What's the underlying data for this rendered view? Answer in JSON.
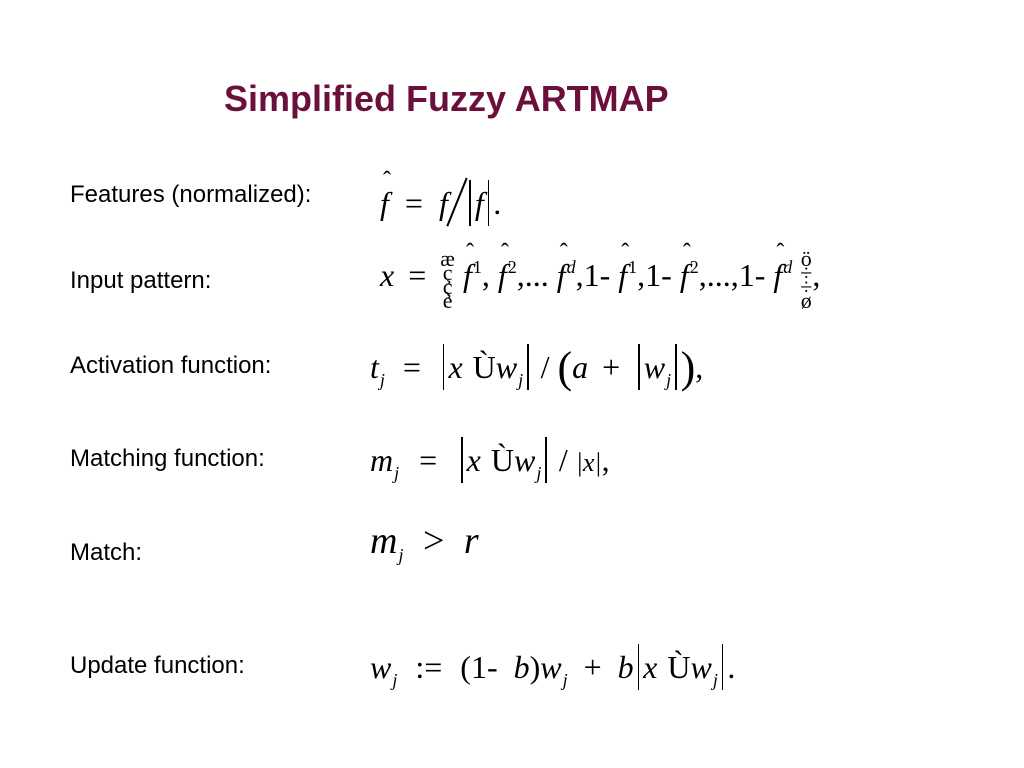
{
  "slide": {
    "title": "Simplified Fuzzy ARTMAP",
    "rows": [
      {
        "label": "Features (normalized):"
      },
      {
        "label": "Input pattern:"
      },
      {
        "label": "Activation function:"
      },
      {
        "label": "Matching function:"
      },
      {
        "label": "Match:"
      },
      {
        "label": "Update function:"
      }
    ]
  },
  "eq": {
    "features": {
      "lhs": "f",
      "hat": "ˆ",
      "equals": "=",
      "num": "f",
      "den": "f",
      "end": "."
    },
    "input": {
      "lhs": "x",
      "equals": "=",
      "left_bracket": [
        "æ",
        "ç",
        "ç",
        "è"
      ],
      "f": "f",
      "hat": "ˆ",
      "s1": "1",
      "s2": "2",
      "sd": "d",
      "c1": ",",
      "c2": ",...",
      "c3": ",1-",
      "c4": ",1-",
      "c5": ",...,1-",
      "right_bracket": [
        "ö",
        "÷",
        "÷",
        "ø"
      ],
      "end": ","
    },
    "activation": {
      "t": "t",
      "j": "j",
      "equals": "=",
      "x": "x",
      "and": "Ù",
      "w": "w",
      "j2": "j",
      "div": "/",
      "lparen": "(",
      "a": "a",
      "plus": "+",
      "w2": "w",
      "j3": "j",
      "rparen": ")",
      "end": ","
    },
    "matching": {
      "m": "m",
      "j": "j",
      "equals": "=",
      "x": "x",
      "and": "Ù",
      "w": "w",
      "j2": "j",
      "div": "/",
      "absx": "|x|",
      "end": ","
    },
    "match": {
      "m": "m",
      "j": "j",
      "gt": ">",
      "r": "r"
    },
    "update": {
      "w": "w",
      "j": "j",
      "assign": ":=",
      "lp": "(1-",
      "b": "b",
      "rp": ")",
      "w2": "w",
      "j2": "j",
      "plus": "+",
      "b2": "b",
      "x": "x",
      "and": "Ù",
      "w3": "w",
      "j3": "j",
      "end": "."
    }
  }
}
